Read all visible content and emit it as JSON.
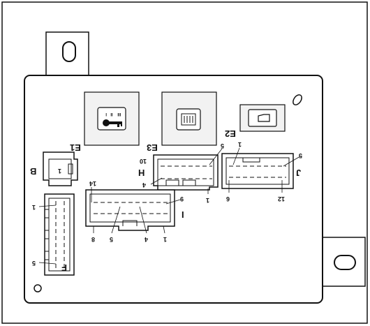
{
  "connectors": {
    "B": {
      "name": "B",
      "pins": [
        "1"
      ]
    },
    "E1": {
      "name": "E1"
    },
    "E2": {
      "name": "E2"
    },
    "E3": {
      "name": "E3"
    },
    "F": {
      "name": "F",
      "pins": [
        "1",
        "5"
      ]
    },
    "H": {
      "name": "H",
      "pins": [
        "10",
        "5",
        "4",
        "1"
      ]
    },
    "I": {
      "name": "I",
      "pins": [
        "14",
        "9",
        "8",
        "5",
        "4",
        "1"
      ]
    },
    "J": {
      "name": "J",
      "pins": [
        "1",
        "5",
        "6",
        "12"
      ]
    }
  },
  "colors": {
    "line": "#111111",
    "panel": "#ffffff",
    "icon_box": "#f2f2f2"
  },
  "icons": [
    "ignition-key-icon",
    "rear-defroster-icon",
    "horn-icon"
  ]
}
